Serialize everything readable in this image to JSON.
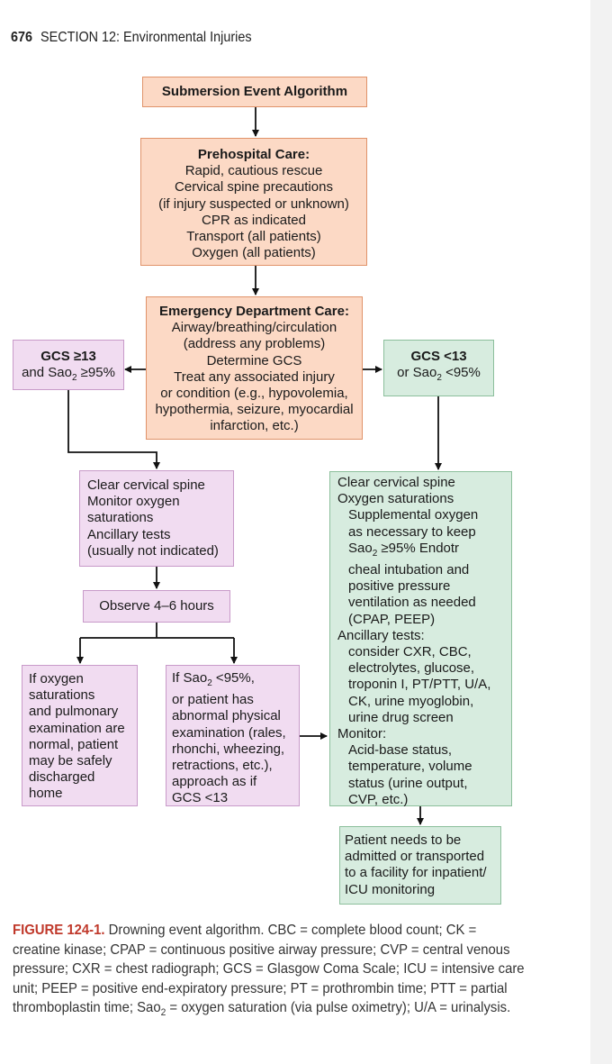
{
  "header": {
    "page_number": "676",
    "section": "SECTION 12: Environmental Injuries"
  },
  "title_box": {
    "text": "Submersion Event Algorithm"
  },
  "prehospital": {
    "title": "Prehospital Care:",
    "lines": [
      "Rapid, cautious rescue",
      "Cervical spine precautions",
      "(if injury suspected or unknown)",
      "CPR as indicated",
      "Transport (all patients)",
      "Oxygen (all patients)"
    ]
  },
  "ed_care": {
    "title": "Emergency Department Care:",
    "lines": [
      "Airway/breathing/circulation",
      "(address any problems)",
      "Determine GCS",
      "Treat any associated injury",
      "or condition (e.g., hypovolemia,",
      "hypothermia, seizure, myocardial",
      "infarction, etc.)"
    ]
  },
  "gcs_high": {
    "line1": "GCS ≥13",
    "line2_pre": "and Sao",
    "line2_sub": "2",
    "line2_post": " ≥95%"
  },
  "gcs_low": {
    "line1": "GCS <13",
    "line2_pre": "or Sao",
    "line2_sub": "2",
    "line2_post": " <95%"
  },
  "clear_spine_box": {
    "lines": [
      "Clear cervical spine",
      "Monitor oxygen",
      "saturations",
      "Ancillary tests",
      "(usually not indicated)"
    ]
  },
  "observe_box": {
    "text": "Observe 4–6 hours"
  },
  "normal_box": {
    "lines": [
      "If oxygen",
      "saturations",
      "and pulmonary",
      "examination are",
      "normal, patient",
      "may be safely",
      "discharged",
      "home"
    ]
  },
  "abnormal_box": {
    "line1_pre": "If Sao",
    "line1_sub": "2",
    "line1_post": " <95%,",
    "lines": [
      "or patient has",
      "abnormal physical",
      "examination (rales,",
      "rhonchi, wheezing,",
      "retractions, etc.),",
      "approach as if",
      "GCS <13"
    ]
  },
  "green_box": {
    "lines_a": [
      "Clear cervical spine",
      "Oxygen saturations"
    ],
    "lines_b": [
      "Supplemental oxygen",
      "as necessary to keep"
    ],
    "sao2_pre": "Sao",
    "sao2_sub": "2",
    "sao2_post": " ≥95% Endotr",
    "lines_c": [
      "cheal intubation and",
      "positive pressure",
      "ventilation as needed",
      "(CPAP, PEEP)"
    ],
    "ancillary_title": "Ancillary tests:",
    "ancillary_lines": [
      "consider CXR, CBC,",
      "electrolytes, glucose,",
      "troponin I, PT/PTT, U/A,",
      "CK, urine myoglobin,",
      "urine drug screen"
    ],
    "monitor_title": "Monitor:",
    "monitor_lines": [
      "Acid-base status,",
      "temperature, volume",
      "status (urine output,",
      "CVP, etc.)"
    ]
  },
  "admit_box": {
    "lines": [
      "Patient needs to be",
      "admitted or transported",
      "to a facility for inpatient/",
      "ICU monitoring"
    ]
  },
  "caption": {
    "figure_label": "FIGURE 124-1.",
    "line1": " Drowning event algorithm. CBC = complete blood count; CK =",
    "line2": "creatine kinase; CPAP = continuous positive airway pressure; CVP = central venous",
    "line3": "pressure; CXR = chest radiograph; GCS = Glasgow Coma Scale; ICU = intensive care",
    "line4": "unit; PEEP = positive end-expiratory pressure; PT = prothrombin time; PTT = partial",
    "line5_pre": "thromboplastin time; Sao",
    "line5_sub": "2",
    "line5_post": " = oxygen saturation (via pulse oximetry); U/A = urinalysis."
  },
  "colors": {
    "orange_fill": "#fcd9c5",
    "purple_fill": "#f1dcf1",
    "green_fill": "#d7ecdf",
    "caption_label": "#c0392b"
  }
}
